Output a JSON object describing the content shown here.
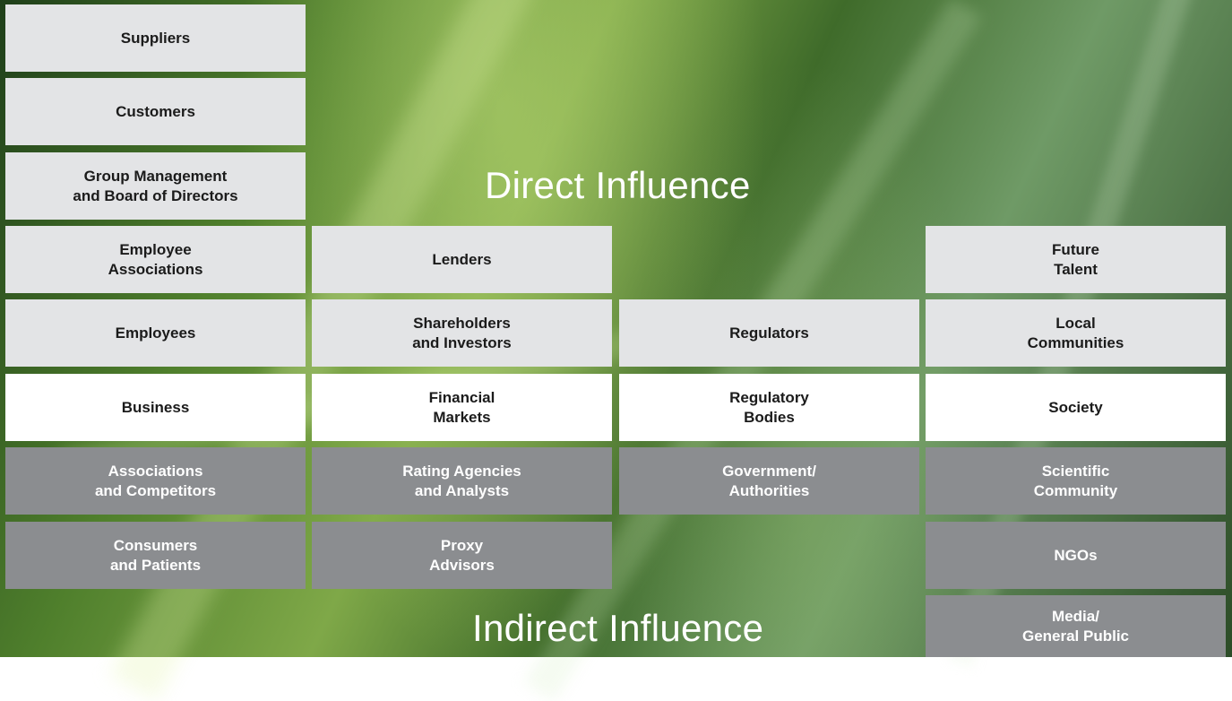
{
  "headings": {
    "direct": "Direct Influence",
    "indirect": "Indirect Influence"
  },
  "colors": {
    "light_box": "#e3e4e6",
    "white_box": "#ffffff",
    "gray_box": "#8b8d90",
    "heading_text": "#ffffff"
  },
  "boxes": {
    "suppliers": "Suppliers",
    "customers": "Customers",
    "group_management": "Group Management\nand Board of Directors",
    "employee_associations": "Employee\nAssociations",
    "lenders": "Lenders",
    "future_talent": "Future\nTalent",
    "employees": "Employees",
    "shareholders": "Shareholders\nand Investors",
    "regulators": "Regulators",
    "local_communities": "Local\nCommunities",
    "business": "Business",
    "financial_markets": "Financial\nMarkets",
    "regulatory_bodies": "Regulatory\nBodies",
    "society": "Society",
    "associations_competitors": "Associations\nand Competitors",
    "rating_agencies": "Rating Agencies\nand Analysts",
    "government": "Government/\nAuthorities",
    "scientific_community": "Scientific\nCommunity",
    "consumers_patients": "Consumers\nand Patients",
    "proxy_advisors": "Proxy\nAdvisors",
    "ngos": "NGOs",
    "media": "Media/\nGeneral Public"
  }
}
